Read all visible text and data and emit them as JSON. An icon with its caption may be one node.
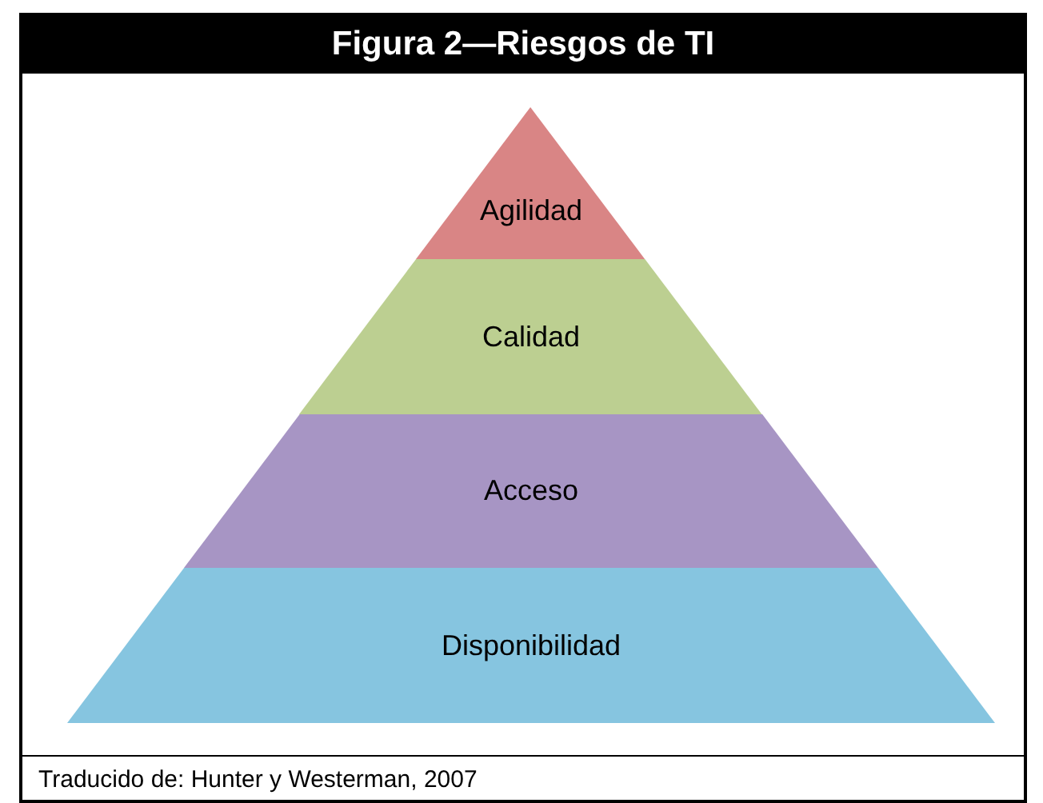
{
  "diagram": {
    "title": "Figura 2—Riesgos de TI",
    "caption": "Traducido de: Hunter y Westerman, 2007",
    "nodes": [
      {
        "text": [
          "Agilidad"
        ]
      },
      {
        "text": [
          "Calidad"
        ]
      },
      {
        "text": [
          "Acceso"
        ]
      },
      {
        "text": [
          "Disponibilidad"
        ]
      }
    ]
  }
}
